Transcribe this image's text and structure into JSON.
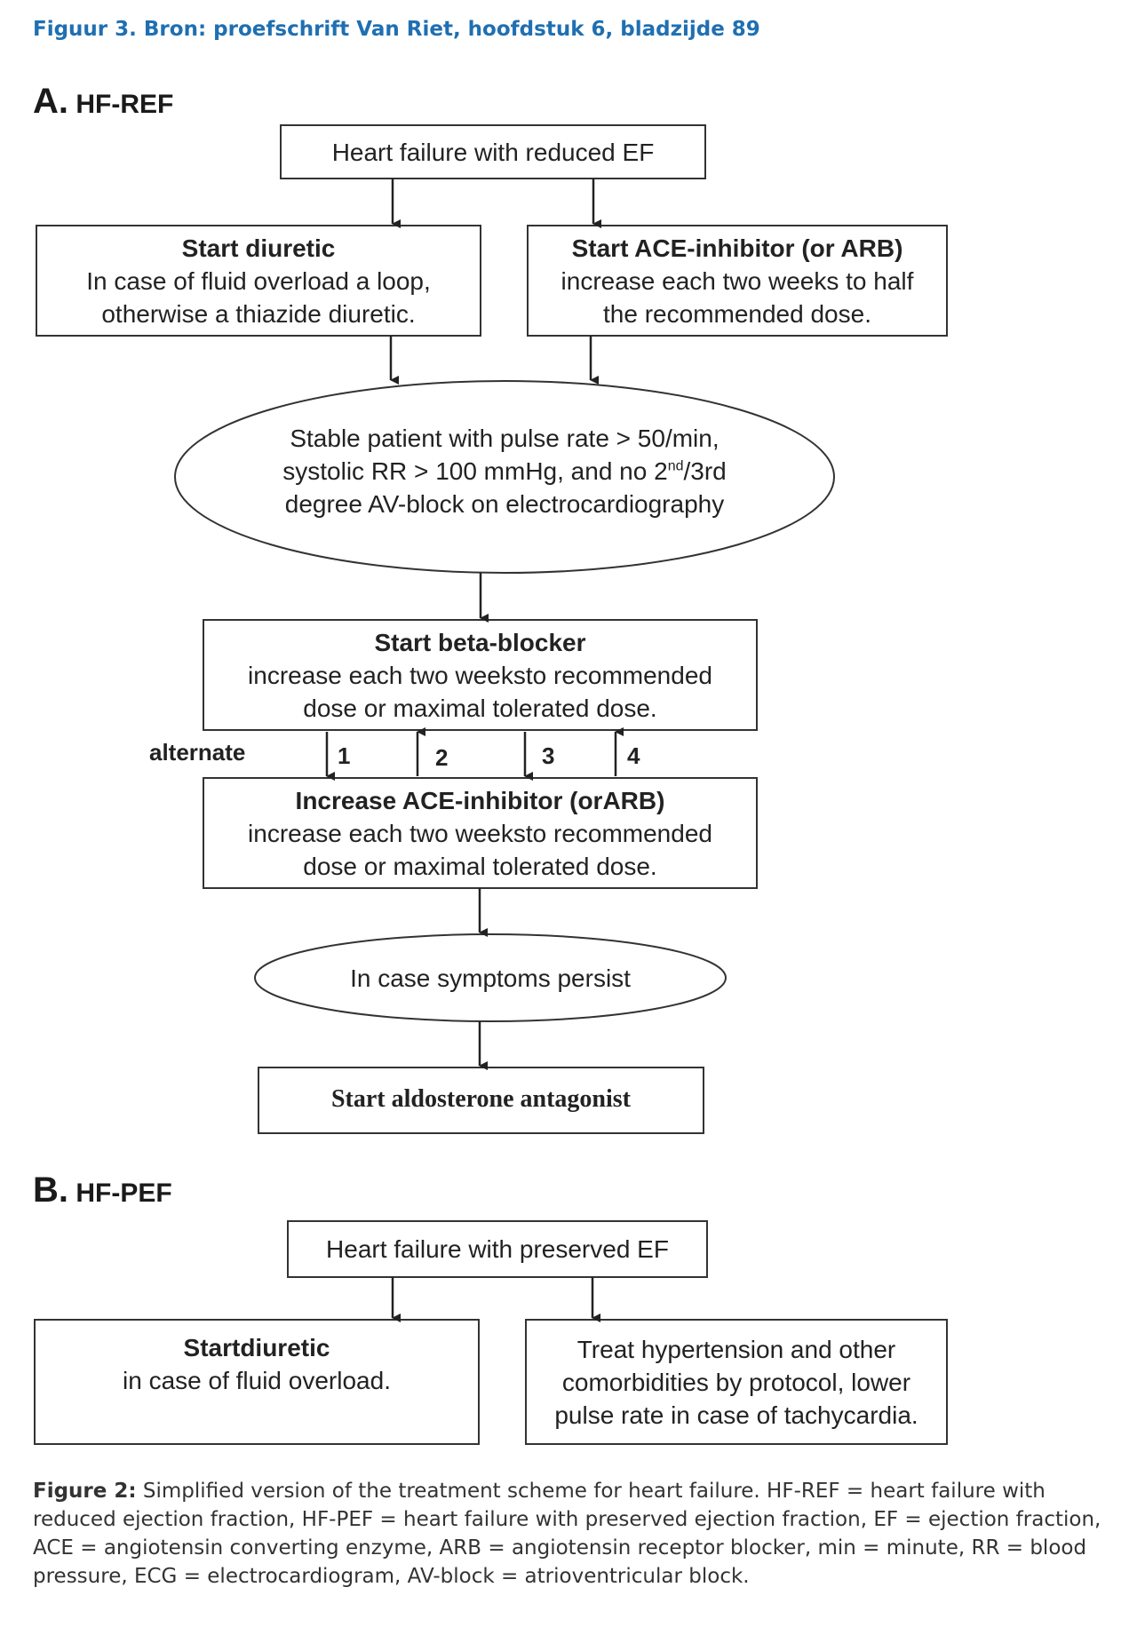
{
  "header": {
    "title": "Figuur 3.  Bron: proefschrift Van Riet, hoofdstuk 6, bladzijde 89"
  },
  "sectionA": {
    "letter": "A.",
    "label": "HF-REF",
    "nodes": {
      "start": "Heart failure with reduced EF",
      "diuretic_title": "Start diuretic",
      "diuretic_l1": "In case of fluid overload a loop,",
      "diuretic_l2": "otherwise a thiazide diuretic.",
      "ace_title": "Start ACE-inhibitor (or ARB)",
      "ace_l1": "increase each two weeks to half",
      "ace_l2": "the recommended dose.",
      "stable_l1": "Stable patient with pulse rate > 50/min,",
      "stable_l2a": "systolic RR > 100 mmHg, and no 2",
      "stable_l2sup": "nd",
      "stable_l2b": "/3rd",
      "stable_l3": "degree AV-block on electrocardiography",
      "beta_title": "Start beta-blocker",
      "beta_l1": "increase each two weeksto recommended",
      "beta_l2": "dose or maximal tolerated dose.",
      "inc_title": "Increase ACE-inhibitor (orARB)",
      "inc_l1": "increase each two weeksto recommended",
      "inc_l2": "dose or maximal tolerated dose.",
      "persist": "In case symptoms persist",
      "aldo": "Start aldosterone antagonist"
    },
    "alternate_label": "alternate",
    "step_labels": [
      "1",
      "2",
      "3",
      "4"
    ]
  },
  "sectionB": {
    "letter": "B.",
    "label": "HF-PEF",
    "nodes": {
      "start": "Heart failure with preserved EF",
      "diuretic_title": "Startdiuretic",
      "diuretic_l1": "in case of fluid overload.",
      "treat_l1": "Treat hypertension and other",
      "treat_l2": "comorbidities by protocol, lower",
      "treat_l3": "pulse rate in case of tachycardia."
    }
  },
  "caption": {
    "bold": "Figure 2:",
    "text": " Simplified version of the treatment scheme for heart failure. HF-REF = heart failure with reduced ejection fraction, HF-PEF = heart failure with preserved ejection fraction, EF = ejection fraction, ACE = angiotensin converting enzyme, ARB = angiotensin receptor blocker, min = minute, RR = blood pressure, ECG = electrocardiogram, AV-block = atrioventricular block."
  }
}
